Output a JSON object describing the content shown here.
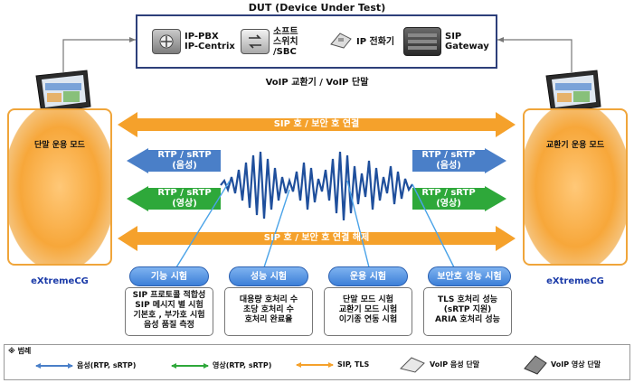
{
  "dut": {
    "title": "DUT (Device Under Test)",
    "pbx_label_1": "IP-PBX",
    "pbx_label_2": "IP-Centrix",
    "softswitch_label_1": "소프트",
    "softswitch_label_2": "스위치",
    "softswitch_label_3": "/SBC",
    "ip_phone_label": "IP 전화기",
    "gateway_label_1": "SIP",
    "gateway_label_2": "Gateway"
  },
  "voip_title": "VoIP 교환기 / VoIP 단말",
  "left_panel": {
    "mode": "단말 운용 모드",
    "brand": "eXtremeCG"
  },
  "right_panel": {
    "mode": "교환기 운용 모드",
    "brand": "eXtremeCG"
  },
  "arrows": {
    "sip_connect": "SIP 호 / 보안 호 연결",
    "sip_release": "SIP 호 / 보안 호 연결 해제",
    "rtp_voice_line1": "RTP / sRTP",
    "rtp_voice_line2": "(음성)",
    "rtp_video_line1": "RTP / sRTP",
    "rtp_video_line2": "(영상)"
  },
  "tests": [
    {
      "title": "기능 시험",
      "lines": [
        "SIP 프로토콜 적합성",
        "SIP 메시지 별 시험",
        "기본호 , 부가호 시험",
        "음성 품질 측정"
      ]
    },
    {
      "title": "성능 시험",
      "lines": [
        "대용량 호처리 수",
        "초당 호처리 수",
        "호처리 완료율"
      ]
    },
    {
      "title": "운용 시험",
      "lines": [
        "단말 모드 시험",
        "교환기 모드 시험",
        "이기종 연동 시험"
      ]
    },
    {
      "title": "보안호 성능 시험",
      "lines": [
        "TLS 호처리 성능",
        "(sRTP 지원)",
        "ARIA 호처리 성능"
      ]
    }
  ],
  "legend": {
    "title": "※ 범례",
    "voice": "음성(RTP, sRTP)",
    "video": "영상(RTP, sRTP)",
    "sip": "SIP, TLS",
    "voip_voice_terminal": "VoIP 음성 단말",
    "voip_video_terminal": "VoIP 영상 단말"
  },
  "colors": {
    "orange": "#f5a12b",
    "blue": "#4a7fc8",
    "green": "#2ea83a",
    "wave": "#1f4f9c",
    "brand": "#1a3aa8",
    "dut_border": "#2d3f7a"
  }
}
